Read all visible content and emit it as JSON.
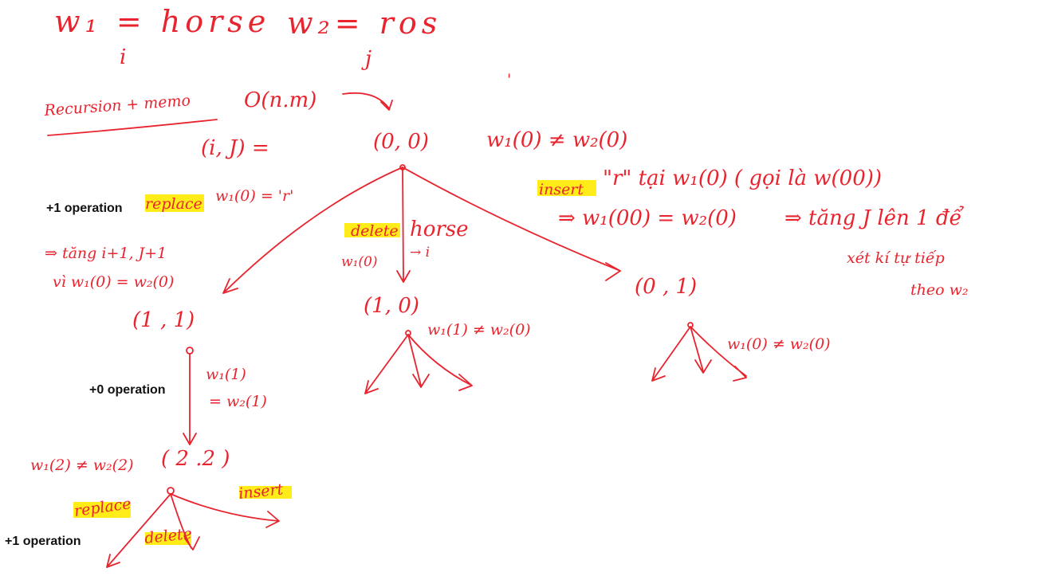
{
  "colors": {
    "ink": "#e8242f",
    "highlight": "#ffea00",
    "label": "#111111"
  },
  "header": {
    "w1_eq": "w₁ = horse",
    "w2_eq": "w₂= ros",
    "i_label": "i",
    "j_label": "j"
  },
  "approach": {
    "label": "Recursion + memo",
    "complexity": "O(n.m)"
  },
  "root": {
    "eq": "(i, J)  =",
    "state": "(0, 0)",
    "cond": "w₁(0) ≠ w₂(0)"
  },
  "ops": {
    "plus1": "+1 operation",
    "plus0": "+0 operation"
  },
  "replace_branch": {
    "label": "replace",
    "note": "w₁(0) = 'r'",
    "line1": "⇒ tăng i+1, J+1",
    "line2": "vì  w₁(0) = w₂(0)",
    "state": "(1 , 1)",
    "cond1": "w₁(1)",
    "cond2": "= w₂(1)"
  },
  "delete_branch": {
    "label": "delete",
    "word": "horse",
    "note": "w₁(0)",
    "arrow_i": "→ i",
    "state": "(1, 0)",
    "cond": "w₁(1) ≠ w₂(0)"
  },
  "insert_branch": {
    "label": "insert",
    "note": "\"r\"  tại  w₁(0) ( gọi là  w(00))",
    "line1": "⇒  w₁(00) = w₂(0)",
    "line2": "⇒  tăng J lên 1  để",
    "line3": "xét     kí tự  tiếp",
    "line4": "theo     w₂",
    "state": "(0 , 1)",
    "cond": "w₁(0) ≠ w₂(0)"
  },
  "third_level": {
    "cond": "w₁(2) ≠ w₂(2)",
    "state": "( 2 .2 )",
    "replace": "replace",
    "delete": "delete",
    "insert": "insert"
  }
}
